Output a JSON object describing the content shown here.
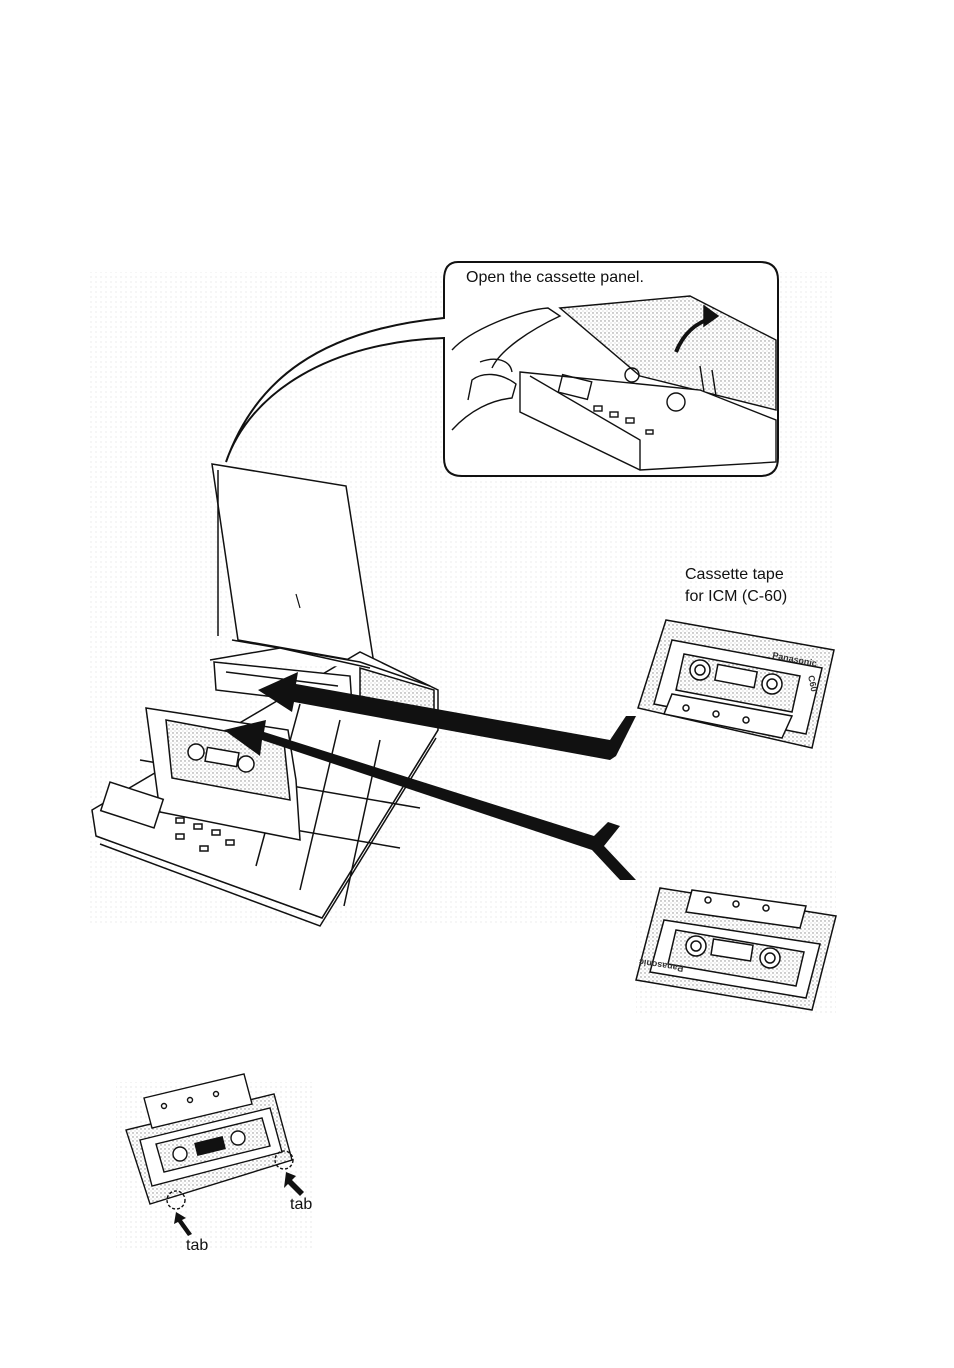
{
  "callout": {
    "caption": "Open the cassette panel."
  },
  "tape": {
    "caption_line1": "Cassette tape",
    "caption_line2": "for ICM (C-60)",
    "brand": "Panasonic",
    "type_mark": "C60"
  },
  "tab_labels": {
    "right": "tab",
    "left": "tab"
  },
  "colors": {
    "ink": "#111111",
    "paper": "#ffffff",
    "screen_tone": "#d9d9d9"
  }
}
